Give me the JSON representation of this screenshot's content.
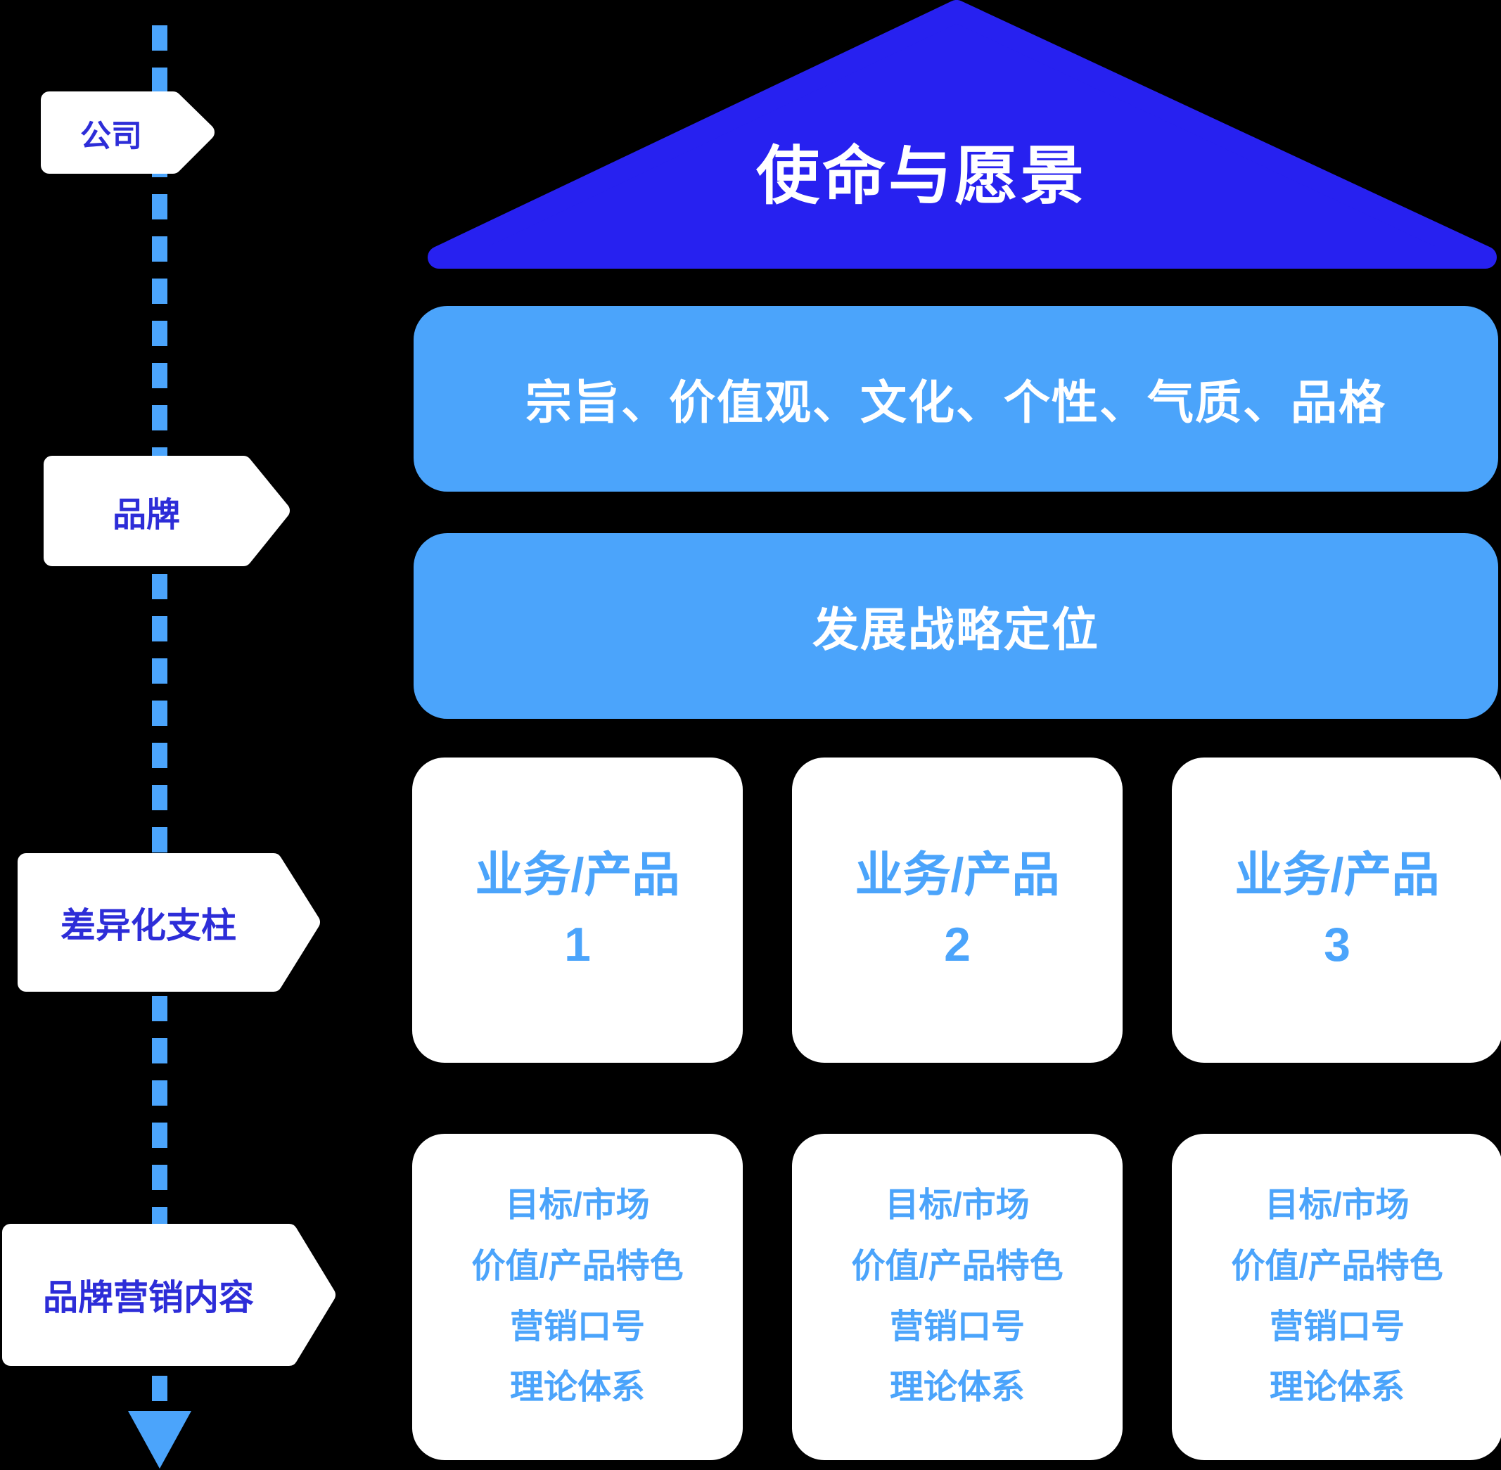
{
  "colors": {
    "primary_blue": "#2721F0",
    "sky_blue": "#4BA4FB",
    "label_text": "#2D2DD8",
    "white": "#FFFFFF",
    "bg": "#000000"
  },
  "timeline": {
    "labels": [
      "公司",
      "品牌",
      "差异化支柱",
      "品牌营销内容"
    ]
  },
  "roof": {
    "title": "使命与愿景"
  },
  "bars": [
    {
      "text": "宗旨、价值观、文化、个性、气质、品格"
    },
    {
      "text": "发展战略定位"
    }
  ],
  "pillars": [
    {
      "title": "业务/产品",
      "number": "1"
    },
    {
      "title": "业务/产品",
      "number": "2"
    },
    {
      "title": "业务/产品",
      "number": "3"
    }
  ],
  "content_boxes": [
    {
      "lines": [
        "目标/市场",
        "价值/产品特色",
        "营销口号",
        "理论体系"
      ]
    },
    {
      "lines": [
        "目标/市场",
        "价值/产品特色",
        "营销口号",
        "理论体系"
      ]
    },
    {
      "lines": [
        "目标/市场",
        "价值/产品特色",
        "营销口号",
        "理论体系"
      ]
    }
  ]
}
